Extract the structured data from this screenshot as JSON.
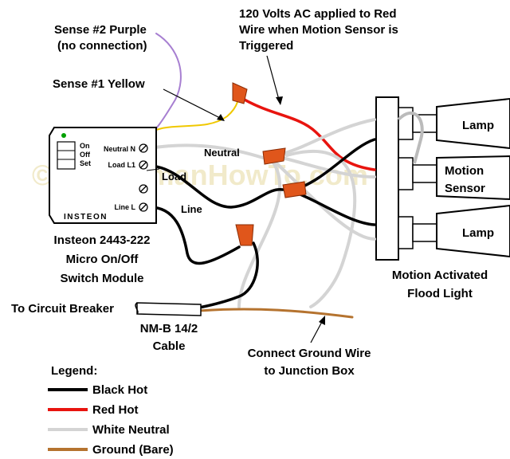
{
  "labels": {
    "sense2": [
      "Sense #2 Purple",
      "(no connection)"
    ],
    "sense1": "Sense #1 Yellow",
    "top_note": [
      "120 Volts AC applied to Red",
      "Wire when Motion Sensor is",
      "Triggered"
    ],
    "neutral": "Neutral",
    "load": "Load",
    "line": "Line",
    "module_caption": [
      "Insteon 2443-222",
      "Micro On/Off",
      "Switch Module"
    ],
    "lamp_top": "Lamp",
    "motion_sensor": [
      "Motion",
      "Sensor"
    ],
    "lamp_bottom": "Lamp",
    "flood_caption": [
      "Motion Activated",
      "Flood Light"
    ],
    "circuit_breaker": "To Circuit Breaker",
    "cable": [
      "NM-B 14/2",
      "Cable"
    ],
    "ground_note": [
      "Connect Ground Wire",
      "to Junction Box"
    ]
  },
  "module": {
    "brand": "INSTEON",
    "buttons": [
      "On",
      "Off",
      "Set"
    ],
    "terminals": {
      "neutral": "Neutral N",
      "load": "Load L1",
      "line": "Line L"
    }
  },
  "watermark": "© HandymanHowTo.com",
  "legend": {
    "title": "Legend:",
    "items": [
      {
        "label": "Black Hot",
        "color": "#000000"
      },
      {
        "label": "Red Hot",
        "color": "#e8140f"
      },
      {
        "label": "White Neutral",
        "color": "#d4d4d4"
      },
      {
        "label": "Ground (Bare)",
        "color": "#b5732f"
      }
    ]
  },
  "colors": {
    "black_wire": "#000000",
    "red_wire": "#e8140f",
    "white_wire": "#d4d4d4",
    "ground_wire": "#b5732f",
    "purple_wire": "#a77fd1",
    "yellow_wire": "#f0c800",
    "wire_nut": "#e0561b"
  }
}
